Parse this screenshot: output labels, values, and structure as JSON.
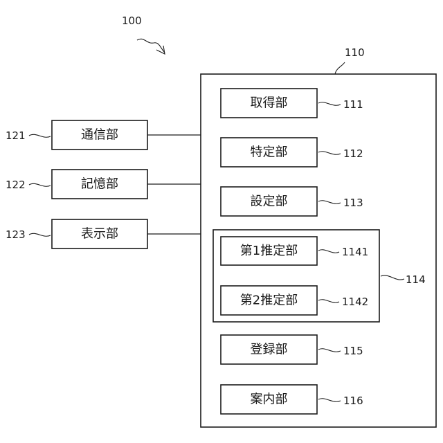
{
  "system": {
    "ref": "100"
  },
  "device": {
    "ref": "110",
    "units": [
      {
        "id": "acquisition",
        "label": "取得部",
        "ref": "111"
      },
      {
        "id": "identification",
        "label": "特定部",
        "ref": "112"
      },
      {
        "id": "setting",
        "label": "設定部",
        "ref": "113"
      },
      {
        "id": "registration",
        "label": "登録部",
        "ref": "115"
      },
      {
        "id": "guidance",
        "label": "案内部",
        "ref": "116"
      }
    ],
    "estimation_group": {
      "ref": "114",
      "units": [
        {
          "id": "first-estimation",
          "label": "第1推定部",
          "ref": "1141"
        },
        {
          "id": "second-estimation",
          "label": "第2推定部",
          "ref": "1142"
        }
      ]
    }
  },
  "external_units": [
    {
      "id": "communication",
      "label": "通信部",
      "ref": "121"
    },
    {
      "id": "storage",
      "label": "記憶部",
      "ref": "122"
    },
    {
      "id": "display",
      "label": "表示部",
      "ref": "123"
    }
  ]
}
